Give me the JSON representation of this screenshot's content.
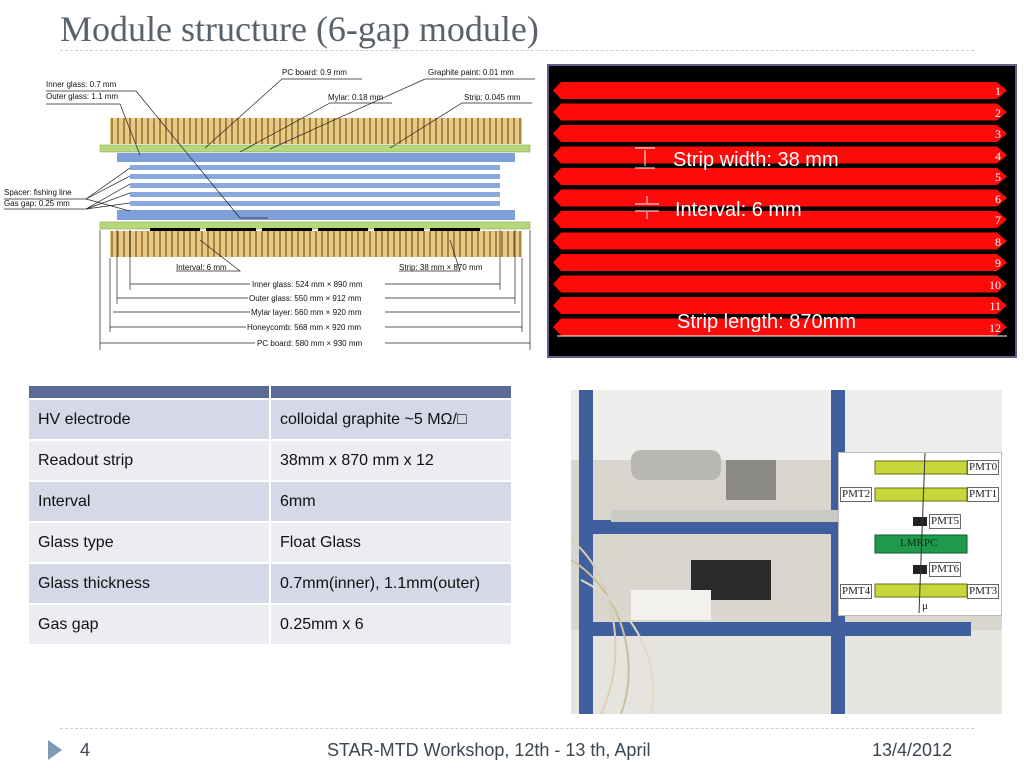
{
  "title": "Module structure (6-gap module)",
  "footer": {
    "page": "4",
    "event": "STAR-MTD Workshop, 12th - 13 th, April",
    "date": "13/4/2012"
  },
  "diagram": {
    "inner_outer_glass": "Inner glass: 0.7 mm",
    "outer_glass": "Outer glass: 1.1 mm",
    "pc_board": "PC board: 0.9 mm",
    "graphite": "Graphite paint: 0.01 mm",
    "mylar": "Mylar: 0.18 mm",
    "strip": "Strip: 0.045 mm",
    "spacer": "Spacer: fishing line",
    "gas_gap": "Gas gap: 0.25 mm",
    "interval": "Interval: 6 mm",
    "strip_dim": "Strip: 38 mm × 870 mm",
    "dim_inner": "Inner glass: 524 mm × 890 mm",
    "dim_outer": "Outer glass: 550 mm × 912 mm",
    "dim_mylar": "Mylar layer: 560 mm × 920 mm",
    "dim_honey": "Honeycomb: 568 mm × 920 mm",
    "dim_pcb": "PC board: 580 mm × 930 mm"
  },
  "strips": {
    "width": "Strip width: 38 mm",
    "interval": "Interval: 6 mm",
    "length": "Strip length: 870mm",
    "numbers": [
      "1",
      "2",
      "3",
      "4",
      "5",
      "6",
      "7",
      "8",
      "9",
      "10",
      "11",
      "12"
    ]
  },
  "table": {
    "rows": [
      {
        "param": "HV electrode",
        "value": "colloidal graphite   ~5 MΩ/□"
      },
      {
        "param": "Readout strip",
        "value": "38mm x 870 mm x 12"
      },
      {
        "param": "Interval",
        "value": "6mm"
      },
      {
        "param": "Glass type",
        "value": "Float Glass"
      },
      {
        "param": "Glass thickness",
        "value": "0.7mm(inner), 1.1mm(outer)"
      },
      {
        "param": "Gas gap",
        "value": "0.25mm x 6"
      }
    ]
  },
  "inset": {
    "pmt0": "PMT0",
    "pmt1": "PMT1",
    "pmt2": "PMT2",
    "pmt5": "PMT5",
    "lmrpc": "LMRPC",
    "pmt6": "PMT6",
    "pmt4": "PMT4",
    "pmt3": "PMT3",
    "mu": "μ"
  },
  "colors": {
    "strip": "#ff0a0a",
    "panel_bg": "#000000",
    "table_header": "#5b6b96",
    "glass": "#7f9fd8",
    "pcb_green": "#b6d87a",
    "honeycomb": "#d6b46a"
  }
}
